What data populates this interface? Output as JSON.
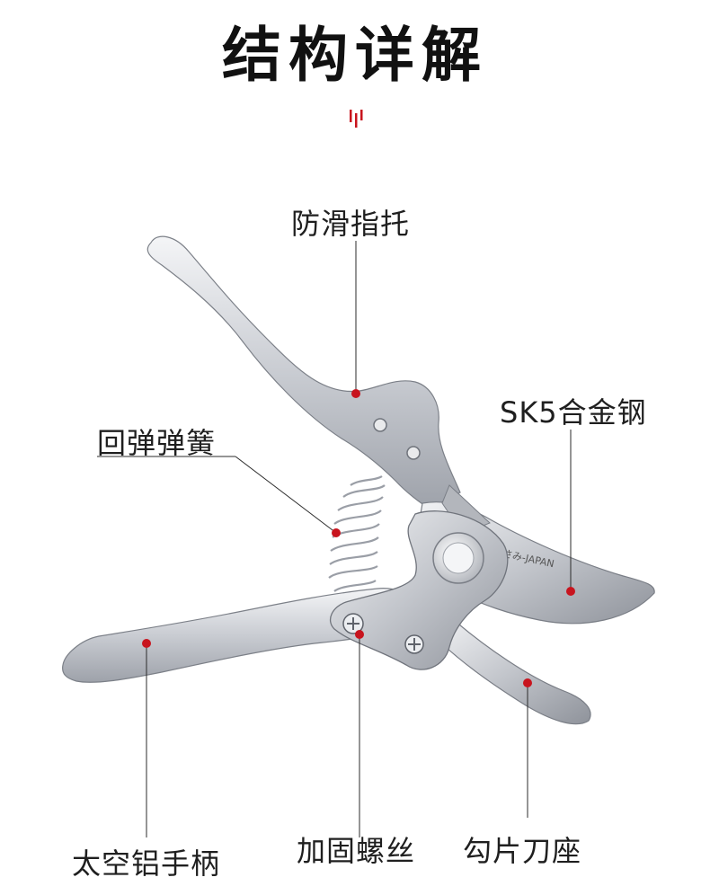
{
  "title": "结构详解",
  "accent_color": "#c8141e",
  "engraving": "はさみ-JAPAN",
  "callouts": [
    {
      "id": "finger-rest",
      "label": "防滑指托"
    },
    {
      "id": "spring",
      "label": "回弹弹簧"
    },
    {
      "id": "blade",
      "label": "SK5合金钢"
    },
    {
      "id": "handle",
      "label": "太空铝手柄"
    },
    {
      "id": "screw",
      "label": "加固螺丝"
    },
    {
      "id": "anvil",
      "label": "勾片刀座"
    }
  ]
}
